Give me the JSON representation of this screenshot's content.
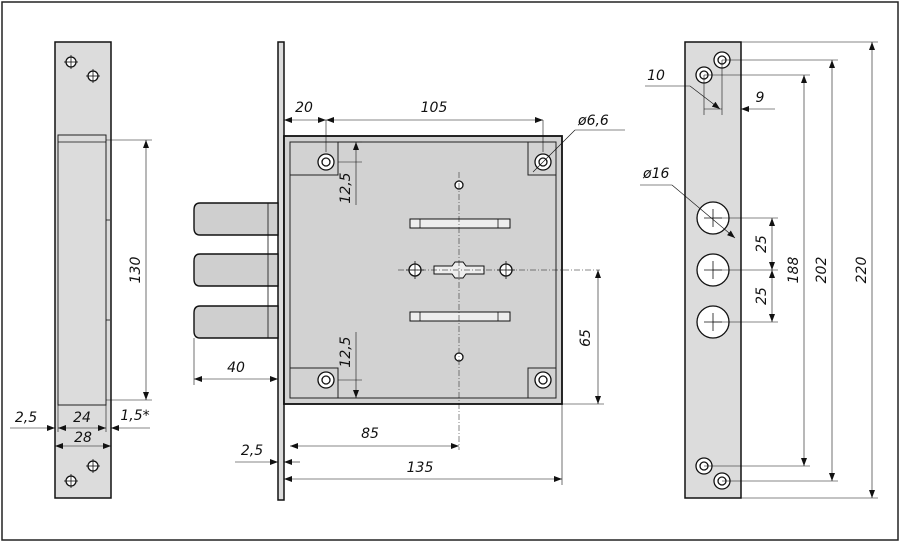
{
  "dimensions": {
    "front_plate": {
      "height_130": "130",
      "thickness_2_5": "2,5",
      "width_24": "24",
      "width_1_5": "1,5*",
      "width_28": "28"
    },
    "side_view": {
      "offset_20": "20",
      "width_105": "105",
      "hole_dia": "ø6,6",
      "vertical_12_5_top": "12,5",
      "vertical_12_5_bottom": "12,5",
      "bolt_40": "40",
      "height_65": "65",
      "depth_85": "85",
      "plate_2_5": "2,5",
      "width_135": "135"
    },
    "strike_plate": {
      "offset_10": "10",
      "offset_9": "9",
      "hole_dia_16": "ø16",
      "spacing_25_top": "25",
      "spacing_25_bottom": "25",
      "height_188": "188",
      "height_202": "202",
      "height_220": "220"
    }
  }
}
